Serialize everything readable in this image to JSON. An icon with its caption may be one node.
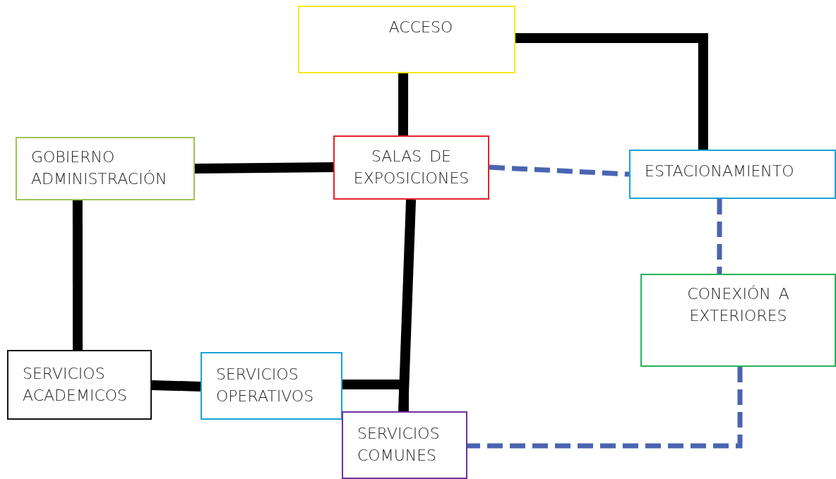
{
  "diagram": {
    "nodes": [
      {
        "text": [
          "ACCESO"
        ]
      },
      {
        "text": [
          "GOBIERNO ADMINISTRACIÓN"
        ]
      },
      {
        "text": [
          "SALAS DE EXPOSICIONES"
        ]
      },
      {
        "text": [
          "ESTACIONAMIENTO"
        ]
      },
      {
        "text": [
          "CONEXIÓN A EXTERIORES"
        ]
      },
      {
        "text": [
          "SERVICIOS ACADEMICOS"
        ]
      },
      {
        "text": [
          "SERVICIOS OPERATIVOS"
        ]
      },
      {
        "text": [
          "SERVICIOS COMUNES"
        ]
      }
    ],
    "edges": [
      {
        "from": 0,
        "to": 2,
        "arrow": "none"
      },
      {
        "from": 0,
        "to": 3,
        "arrow": "none"
      },
      {
        "from": 1,
        "to": 2,
        "arrow": "none"
      },
      {
        "from": 1,
        "to": 5,
        "arrow": "none"
      },
      {
        "from": 2,
        "to": 7,
        "arrow": "none"
      },
      {
        "from": 5,
        "to": 6,
        "arrow": "none"
      },
      {
        "from": 6,
        "to": 7,
        "arrow": "none"
      },
      {
        "from": 2,
        "to": 3,
        "arrow": "none",
        "style": "dashed",
        "color": "#4a64b0"
      },
      {
        "from": 3,
        "to": 4,
        "arrow": "none",
        "style": "dashed",
        "color": "#4a64b0"
      },
      {
        "from": 4,
        "to": 7,
        "arrow": "none",
        "style": "dashed",
        "color": "#4a64b0"
      }
    ]
  }
}
